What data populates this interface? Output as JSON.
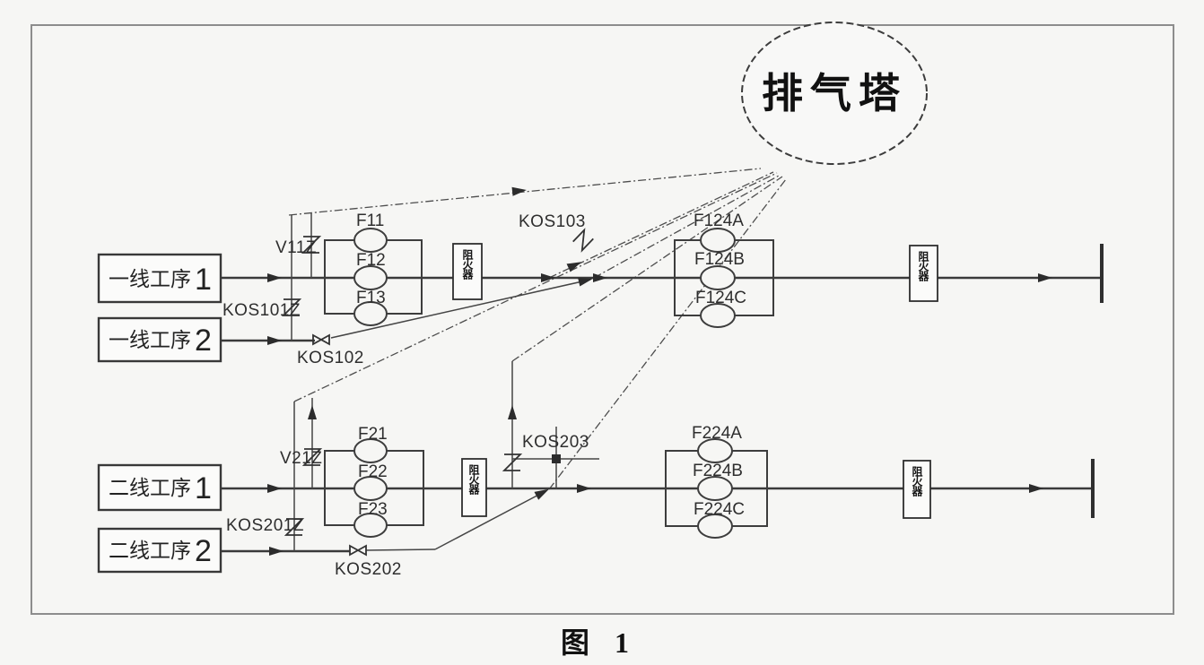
{
  "figure": {
    "caption": "图 1",
    "tower_label": "排气塔",
    "arrester_label": "阻火器"
  },
  "boxes": {
    "l1s1": {
      "label": "一线工序",
      "num": "1"
    },
    "l1s2": {
      "label": "一线工序",
      "num": "2"
    },
    "l2s1": {
      "label": "二线工序",
      "num": "1"
    },
    "l2s2": {
      "label": "二线工序",
      "num": "2"
    }
  },
  "valves": {
    "v11z": "V11Z",
    "kos101z": "KOS101Z",
    "kos102": "KOS102",
    "kos103": "KOS103",
    "v21z": "V21Z",
    "kos201z": "KOS201Z",
    "kos202": "KOS202",
    "kos203": "KOS203"
  },
  "filters": {
    "l1a": [
      "F11",
      "F12",
      "F13"
    ],
    "l1b": [
      "F124A",
      "F124B",
      "F124C"
    ],
    "l2a": [
      "F21",
      "F22",
      "F23"
    ],
    "l2b": [
      "F224A",
      "F224B",
      "F224C"
    ]
  },
  "colors": {
    "line": "#3a3a3a",
    "background": "#f6f6f4"
  }
}
